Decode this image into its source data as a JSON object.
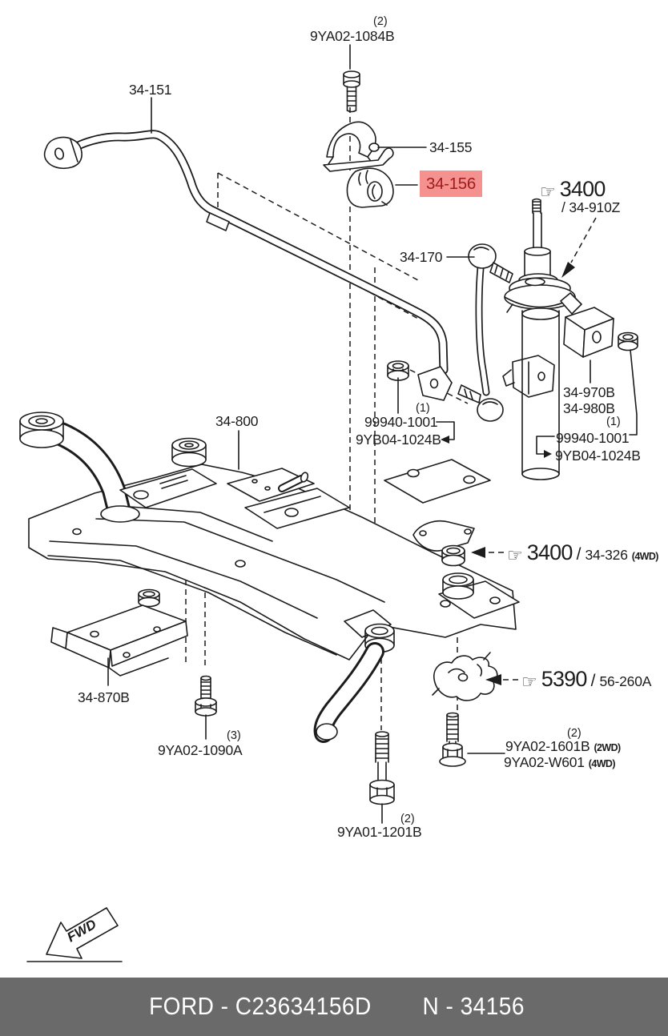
{
  "diagram": {
    "fwd_label": "FWD",
    "icons": {
      "hand": "☞"
    },
    "colors": {
      "line": "#1c1c1c",
      "highlight_bg": "#f5928f",
      "highlight_fg": "#9e1c1c",
      "footer_bg": "#6a6a6a",
      "footer_fg": "#ffffff"
    },
    "callouts": {
      "bolt_top": {
        "qty": "(2)",
        "part": "9YA02-1084B"
      },
      "stabilizer_bar": {
        "part": "34-151"
      },
      "bushing_bracket": {
        "part": "34-155"
      },
      "bushing": {
        "part": "34-156"
      },
      "strut_ref": {
        "group": "3400",
        "part": "/ 34-910Z"
      },
      "stabilizer_link": {
        "part": "34-170"
      },
      "strut_bracket_a": {
        "part": "34-970B"
      },
      "strut_bracket_b": {
        "part": "34-980B"
      },
      "nut_right": {
        "qty": "(1)",
        "part": "99940-1001",
        "alt": "9YB04-1024B"
      },
      "nut_left": {
        "qty": "(1)",
        "part": "99940-1001",
        "alt": "9YB04-1024B"
      },
      "crossmember": {
        "part": "34-800"
      },
      "mount_ref": {
        "group": "3400",
        "sep": "/",
        "part": "34-326",
        "tag": "(4WD)"
      },
      "bracket_ref": {
        "group": "5390",
        "sep": "/",
        "part": "56-260A"
      },
      "lower_bracket": {
        "part": "34-870B"
      },
      "bolt_1090": {
        "qty": "(3)",
        "part": "9YA02-1090A"
      },
      "bolt_1601": {
        "qty": "(2)",
        "part": "9YA02-1601B",
        "tag": "(2WD)",
        "part2": "9YA02-W601",
        "tag2": "(4WD)"
      },
      "bolt_1201": {
        "qty": "(2)",
        "part": "9YA01-1201B"
      }
    },
    "footer": {
      "left": "FORD - C23634156D",
      "right": "N - 34156"
    }
  }
}
